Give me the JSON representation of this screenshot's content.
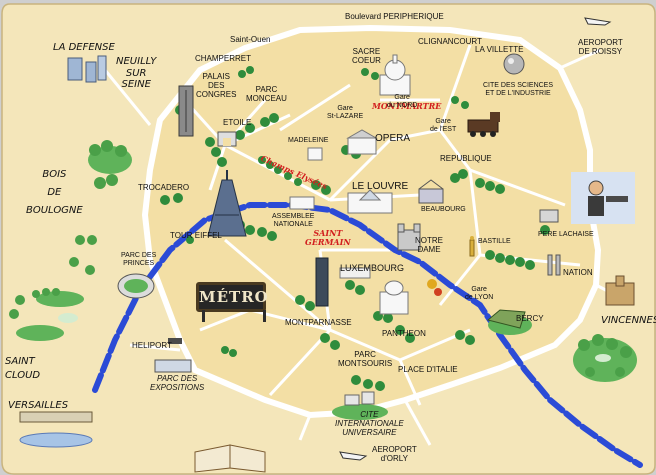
{
  "labels": {
    "peripherique": "Boulevard PERIPHERIQUE",
    "saint_ouen": "Saint-Ouen",
    "clignancourt": "CLIGNANCOURT",
    "la_villette": "LA VILLETTE",
    "aeroport_roissy": "AEROPORT\nDE ROISSY",
    "la_defense": "LA DEFENSE",
    "neuilly": "NEUILLY\nSUR\nSEINE",
    "champerret": "CHAMPERRET",
    "sacre_coeur": "SACRE\nCOEUR",
    "cite_sciences": "CITE DES SCIENCES\nET DE L'INDUSTRIE",
    "palais_congres": "PALAIS\nDES\nCONGRES",
    "parc_monceau": "PARC\nMONCEAU",
    "montmartre": "MONTMARTRE",
    "gare_st_lazare": "Gare\nSt-LAZARE",
    "gare_est": "Gare\nde l'EST",
    "etoile": "ETOILE",
    "madeleine": "MADELEINE",
    "opera": "OPERA",
    "gare_nord": "Gare\ndu NORD",
    "republique": "REPUBLIQUE",
    "champs_elysees": "Champs Elysées",
    "bois_boulogne": "BOIS\nDE\nBOULOGNE",
    "trocadero": "TROCADERO",
    "le_louvre": "LE LOUVRE",
    "beaubourg": "BEAUBOURG",
    "assemblee": "ASSEMBLEE\nNATIONALE",
    "tour_eiffel": "TOUR EIFFEL",
    "saint_germain": "SAINT\nGERMAIN",
    "notre_dame": "NOTRE\nDAME",
    "bastille": "BASTILLE",
    "pere_lachaise": "PERE LACHAISE",
    "nation": "NATION",
    "parc_princes": "PARC DES\nPRINCES",
    "luxembourg": "LUXEMBOURG",
    "gare_lyon": "Gare\nde LYON",
    "montparnasse": "MONTPARNASSE",
    "bercy": "BERCY",
    "vincennes": "VINCENNES",
    "pantheon": "PANTHEON",
    "heliport": "HELIPORT",
    "saint_cloud": "SAINT\nCLOUD",
    "parc_montsouris": "PARC\nMONTSOURIS",
    "place_italie": "PLACE D'ITALIE",
    "parc_expositions": "PARC DES\nEXPOSITIONS",
    "versailles": "VERSAILLES",
    "cite_universitaire": "CITE\nINTERNATIONALE\nUNIVERSAIRE",
    "aeroport_orly": "AEROPORT\nd'ORLY"
  },
  "metro_sign": "MÉTRO",
  "colors": {
    "background": "#cfcfcf",
    "inner_paris": "#f3dfa5",
    "roads": "#ffffff",
    "seine": "#2b4bd6",
    "greenery": "#2e8b3a",
    "red_label": "#d21f1f"
  }
}
